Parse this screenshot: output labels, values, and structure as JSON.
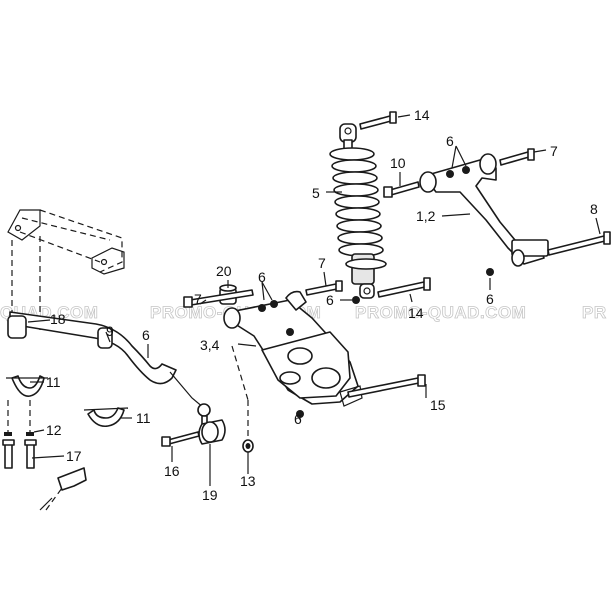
{
  "watermark": {
    "text_left": "QUAD.COM",
    "text_center": "PROMO-QUAD.COM",
    "text_right": "PROMO-QUAD.COM",
    "text_edge": "PR"
  },
  "callouts": {
    "c1_2": "1,2",
    "c3_4": "3,4",
    "c5": "5",
    "c6a": "6",
    "c6b": "6",
    "c6c": "6",
    "c6d": "6",
    "c6e": "6",
    "c6f": "6",
    "c7a": "7",
    "c7b": "7",
    "c7c": "7",
    "c8": "8",
    "c9": "9",
    "c10": "10",
    "c11a": "11",
    "c11b": "11",
    "c12": "12",
    "c13": "13",
    "c14a": "14",
    "c14b": "14",
    "c15": "15",
    "c16": "16",
    "c17": "17",
    "c18": "18",
    "c19": "19",
    "c20": "20"
  }
}
